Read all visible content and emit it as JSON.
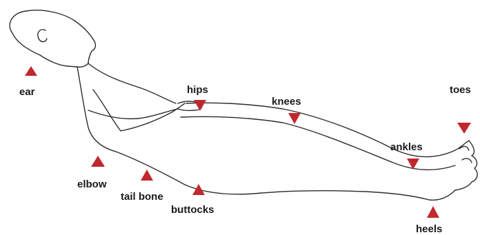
{
  "figure": {
    "marker_color": "#c0282d",
    "outline_color": "#2b2b2b",
    "labels": {
      "ear": "ear",
      "elbow": "elbow",
      "tail_bone": "tail bone",
      "buttocks": "buttocks",
      "hips": "hips",
      "knees": "knees",
      "ankles": "ankles",
      "toes": "toes",
      "heels": "heels"
    }
  }
}
